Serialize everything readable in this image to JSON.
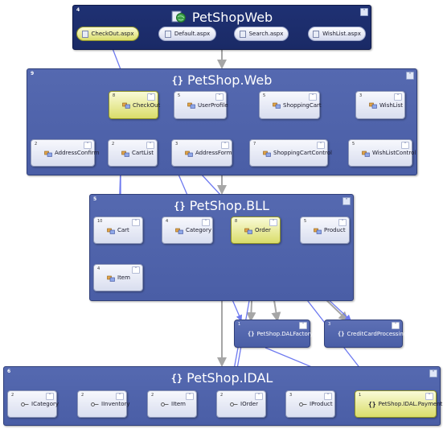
{
  "colors": {
    "selected_fill": "#dadd6a",
    "edge_gray": "#a6a6a6",
    "edge_blue": "#6e7af0",
    "container": "#4a5ea6",
    "container_dark": "#1a2a66"
  },
  "web_app": {
    "count": "4",
    "title": "PetShopWeb",
    "icon": "globe-icon",
    "files": [
      {
        "label": "CheckOut.aspx",
        "selected": true
      },
      {
        "label": "Default.aspx"
      },
      {
        "label": "Search.aspx"
      },
      {
        "label": "WishList.aspx"
      }
    ]
  },
  "web": {
    "count": "9",
    "title": "PetShop.Web",
    "nodes": [
      {
        "count": "8",
        "label": "CheckOut",
        "selected": true
      },
      {
        "count": "5",
        "label": "UserProfile"
      },
      {
        "count": "5",
        "label": "ShoppingCart"
      },
      {
        "count": "3",
        "label": "WishList"
      },
      {
        "count": "2",
        "label": "AddressConfirm"
      },
      {
        "count": "2",
        "label": "CartList"
      },
      {
        "count": "3",
        "label": "AddressForm"
      },
      {
        "count": "7",
        "label": "ShoppingCartControl"
      },
      {
        "count": "5",
        "label": "WishListControl"
      }
    ]
  },
  "bll": {
    "count": "5",
    "title": "PetShop.BLL",
    "nodes": [
      {
        "count": "10",
        "label": "Cart"
      },
      {
        "count": "4",
        "label": "Category"
      },
      {
        "count": "8",
        "label": "Order",
        "selected": true
      },
      {
        "count": "5",
        "label": "Product"
      },
      {
        "count": "4",
        "label": "Item"
      }
    ]
  },
  "dal_factory": {
    "count": "1",
    "label": "PetShop.DALFactory"
  },
  "credit": {
    "count": "3",
    "label": "CreditCardProcessing"
  },
  "idal": {
    "count": "6",
    "title": "PetShop.IDAL",
    "nodes": [
      {
        "count": "2",
        "label": "ICategory"
      },
      {
        "count": "2",
        "label": "IInventory"
      },
      {
        "count": "2",
        "label": "IItem"
      },
      {
        "count": "2",
        "label": "IOrder"
      },
      {
        "count": "3",
        "label": "IProduct"
      },
      {
        "count": "1",
        "label": "PetShop.IDAL.Payment",
        "selected": true
      }
    ]
  }
}
